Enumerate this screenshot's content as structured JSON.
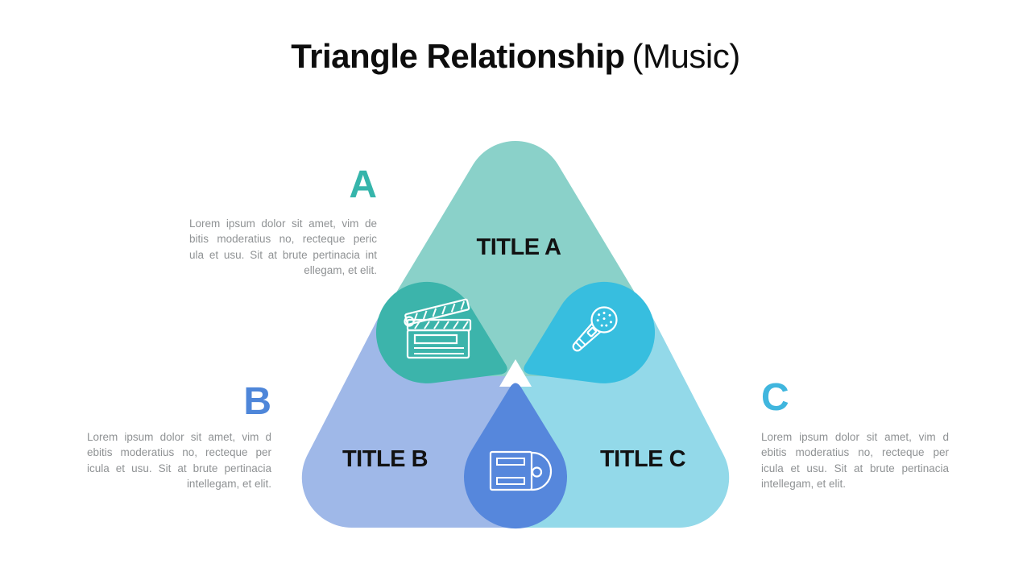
{
  "slide_title": {
    "main": "Triangle Relationship",
    "suffix": "(Music)"
  },
  "colors": {
    "triangle_a": "#8AD1C9",
    "triangle_b": "#9FB8E8",
    "triangle_c": "#93D9E9",
    "overlap_ab": "#3CB4AB",
    "overlap_ac": "#37BEDF",
    "overlap_bc": "#5687DC",
    "label_a": "#36B5AB",
    "label_b": "#4E86D9",
    "label_c": "#40B6DE",
    "heading_text": "#121212",
    "body_text": "#8F9294",
    "icon_stroke": "#FFFFFF",
    "background": "#FFFFFF"
  },
  "sections": [
    {
      "label": "A",
      "heading": "TITLE A",
      "body_lines": [
        "Lorem ipsum dolor sit amet, vim de",
        "bitis moderatius no, recteque peric",
        "ula et usu. Sit at brute pertinacia int",
        "ellegam, et elit."
      ]
    },
    {
      "label": "B",
      "heading": "TITLE B",
      "body_lines": [
        "Lorem ipsum dolor sit amet, vim d",
        "ebitis moderatius no, recteque per",
        "icula et usu. Sit at brute pertinacia",
        "intellegam, et elit."
      ]
    },
    {
      "label": "C",
      "heading": "TITLE C",
      "body_lines": [
        "Lorem ipsum dolor sit amet, vim d",
        "ebitis moderatius no, recteque per",
        "icula et usu. Sit at brute pertinacia",
        "intellegam, et elit."
      ]
    }
  ],
  "overlaps": [
    {
      "between": "A-B",
      "icon": "clapperboard-icon"
    },
    {
      "between": "A-C",
      "icon": "microphone-icon"
    },
    {
      "between": "B-C",
      "icon": "cd-disc-icon"
    }
  ]
}
